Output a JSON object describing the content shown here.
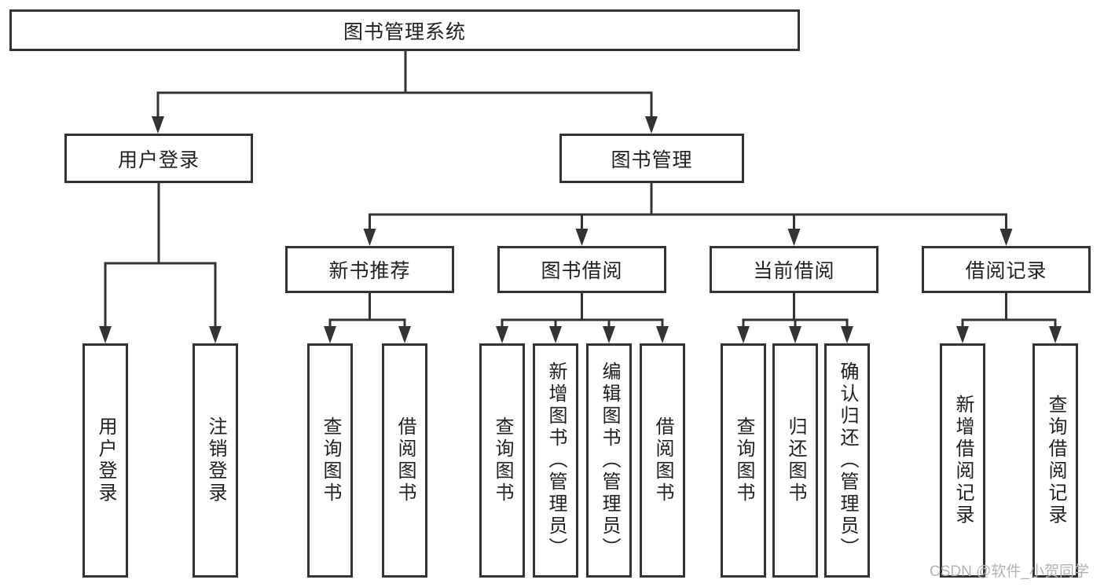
{
  "nodes": {
    "root": "图书管理系统",
    "level2": [
      "用户登录",
      "图书管理"
    ],
    "level3": [
      "新书推荐",
      "图书借阅",
      "当前借阅",
      "借阅记录"
    ],
    "leaves": [
      "用户登录",
      "注销登录",
      "查询图书",
      "借阅图书",
      "查询图书",
      "新增图书（管理员）",
      "编辑图书（管理员）",
      "借阅图书",
      "查询图书",
      "归还图书",
      "确认归还（管理员）",
      "新增借阅记录",
      "查询借阅记录"
    ]
  },
  "watermark": "CSDN @软件_小贺同学",
  "colors": {
    "line": "#333333",
    "text": "#1f1f1f",
    "watermark": "#b3b3b3",
    "background": "#ffffff"
  }
}
